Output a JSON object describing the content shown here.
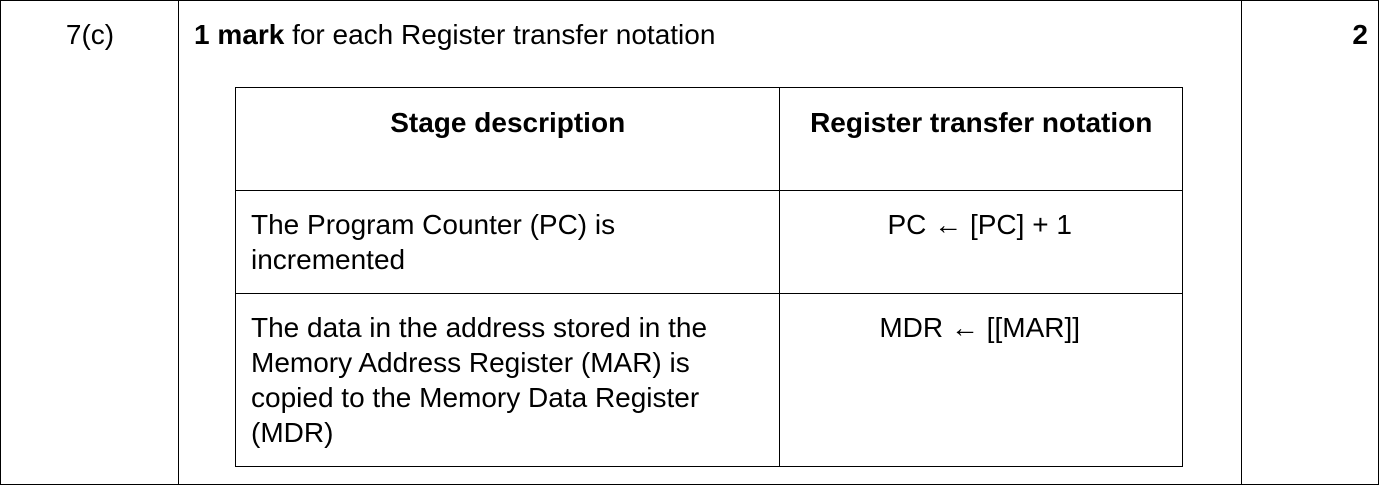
{
  "question": {
    "number": "7(c)",
    "marks": "2"
  },
  "answer": {
    "intro_bold": "1 mark",
    "intro_rest": " for each Register transfer notation",
    "table": {
      "headers": [
        "Stage description",
        "Register transfer notation"
      ],
      "rows": [
        {
          "stage": "The Program Counter (PC) is incremented",
          "notation": "PC ← [PC] + 1"
        },
        {
          "stage": "The data in the address stored in the Memory Address Register (MAR) is copied to the Memory Data Register (MDR)",
          "notation": "MDR ← [[MAR]]"
        }
      ]
    }
  }
}
